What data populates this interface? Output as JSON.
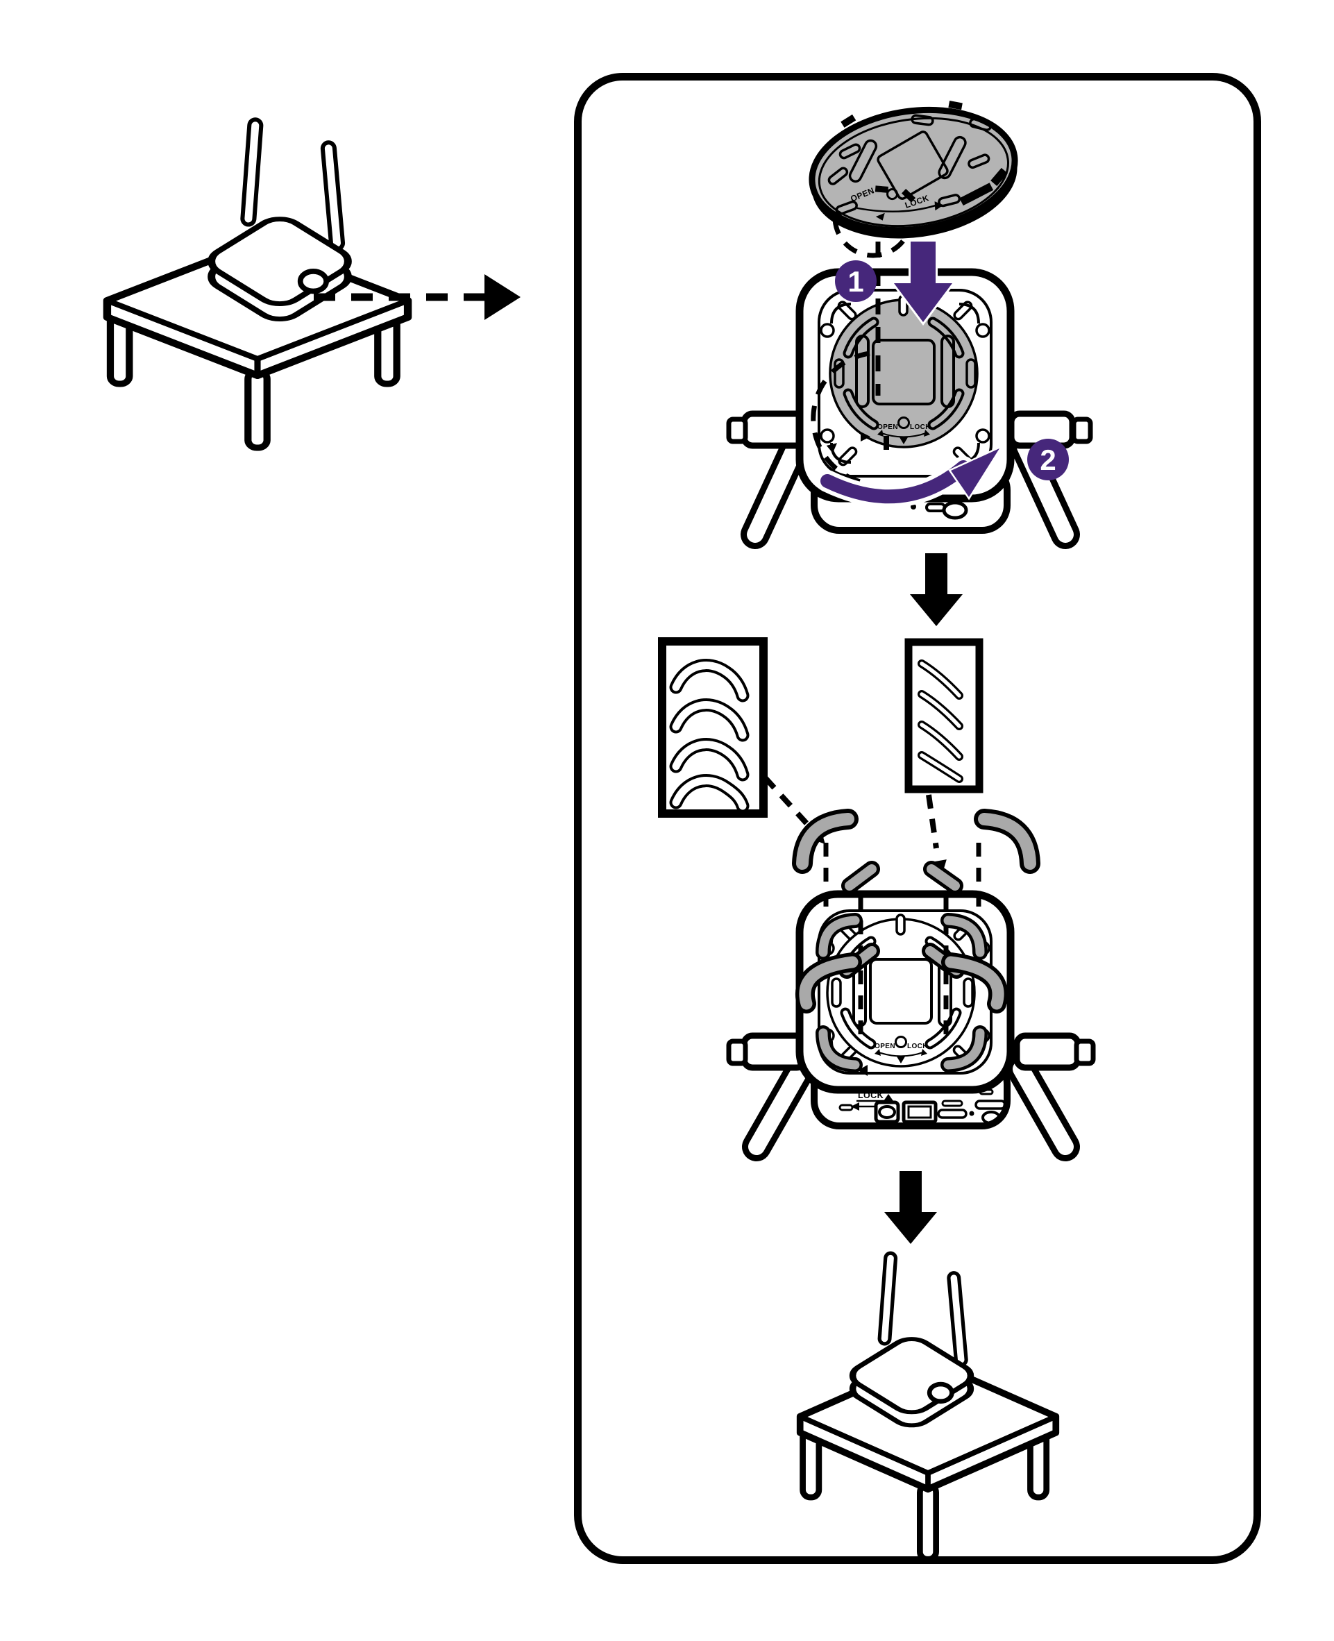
{
  "colors": {
    "purple": "#46277B",
    "disc_gray": "#B4B4B4",
    "clip_gray": "#A9A9A9",
    "ink": "#000000"
  },
  "steps": {
    "step1": {
      "badge": "1",
      "bracket": {
        "open": "OPEN",
        "lock": "LOCK"
      }
    },
    "step2": {
      "badge": "2",
      "bracket": {
        "open": "OPEN",
        "lock": "LOCK"
      }
    },
    "step3": {
      "bracket": {
        "open": "OPEN",
        "lock": "LOCK"
      },
      "rear_panel": {
        "lock": "LOCK"
      }
    }
  }
}
